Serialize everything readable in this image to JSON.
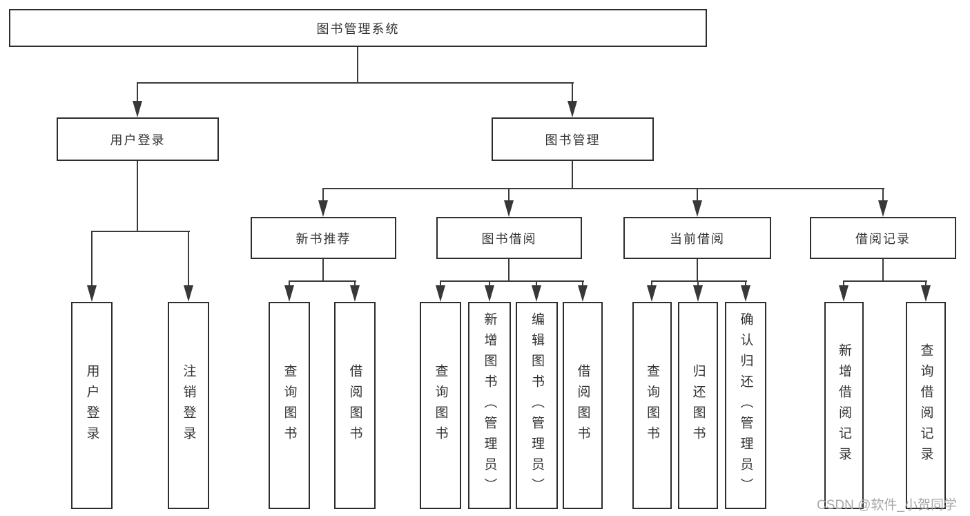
{
  "diagram": {
    "title": "图书管理系统",
    "root": {
      "label": "图书管理系统"
    },
    "level2": [
      {
        "label": "用户登录"
      },
      {
        "label": "图书管理"
      }
    ],
    "level3": [
      {
        "label": "新书推荐",
        "parent": "图书管理"
      },
      {
        "label": "图书借阅",
        "parent": "图书管理"
      },
      {
        "label": "当前借阅",
        "parent": "图书管理"
      },
      {
        "label": "借阅记录",
        "parent": "图书管理"
      }
    ],
    "leaves": [
      {
        "label": "用户登录",
        "parent": "用户登录"
      },
      {
        "label": "注销登录",
        "parent": "用户登录"
      },
      {
        "label": "查询图书",
        "parent": "新书推荐"
      },
      {
        "label": "借阅图书",
        "parent": "新书推荐"
      },
      {
        "label": "查询图书",
        "parent": "图书借阅"
      },
      {
        "label": "新增图书（管理员）",
        "parent": "图书借阅"
      },
      {
        "label": "编辑图书（管理员）",
        "parent": "图书借阅"
      },
      {
        "label": "借阅图书",
        "parent": "图书借阅"
      },
      {
        "label": "查询图书",
        "parent": "当前借阅"
      },
      {
        "label": "归还图书",
        "parent": "当前借阅"
      },
      {
        "label": "确认归还（管理员）",
        "parent": "当前借阅"
      },
      {
        "label": "新增借阅记录",
        "parent": "借阅记录"
      },
      {
        "label": "查询借阅记录",
        "parent": "借阅记录"
      }
    ]
  },
  "watermark": {
    "text": "CSDN @软件_小贺同学"
  },
  "colors": {
    "line": "#3a3a3a",
    "box_border": "#2d2d2d",
    "box_fill": "#ffffff",
    "text": "#333333",
    "watermark": "#a8a8a8"
  }
}
